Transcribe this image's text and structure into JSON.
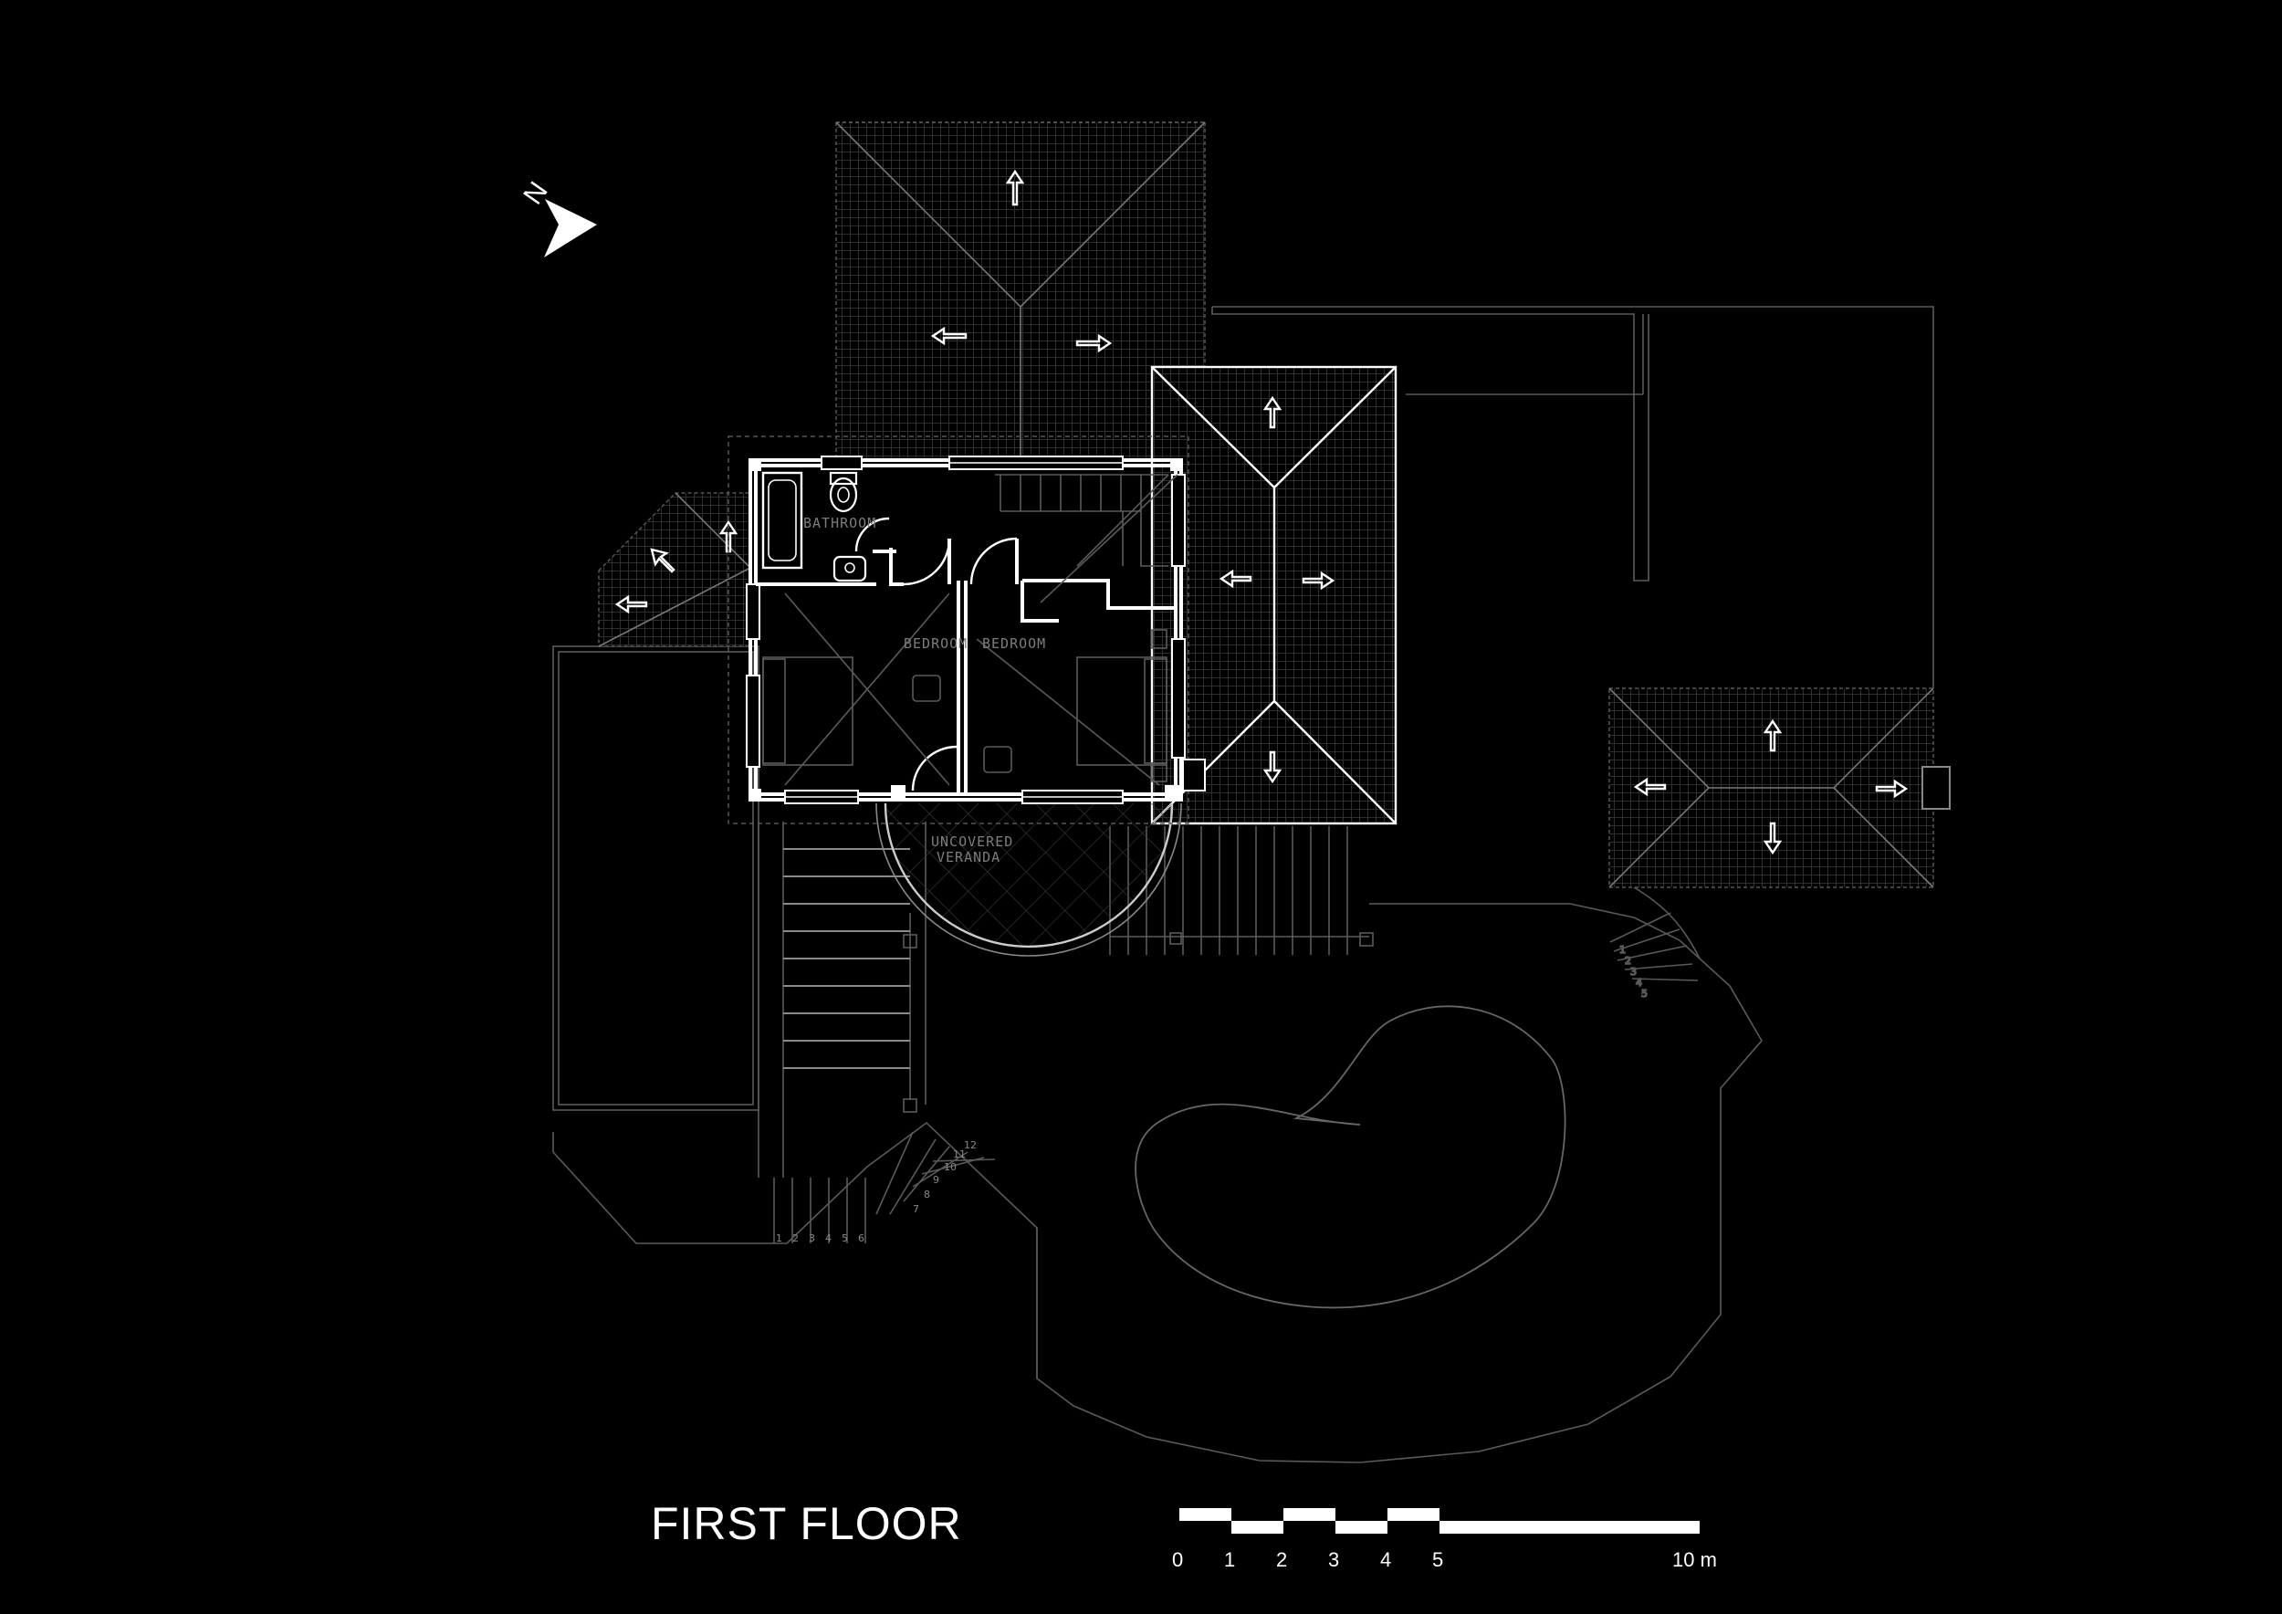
{
  "drawing": {
    "title": "FIRST FLOOR",
    "north_label": "N",
    "rooms": {
      "bathroom": "BATHROOM",
      "bedroom_left": "BEDROOM",
      "bedroom_right": "BEDROOM",
      "veranda_line1": "UNCOVERED",
      "veranda_line2": "VERANDA"
    },
    "scale_bar": {
      "labels": [
        "0",
        "1",
        "2",
        "3",
        "4",
        "5",
        "10 m"
      ],
      "unit": "m"
    },
    "stairs": {
      "main_steps": [
        "1",
        "2",
        "3",
        "4",
        "5",
        "6",
        "7",
        "8",
        "9",
        "10",
        "11",
        "12"
      ],
      "spiral_steps": [
        "1",
        "2",
        "3",
        "4",
        "5"
      ]
    },
    "colors": {
      "background": "#000000",
      "linework": "#ffffff",
      "faint_linework": "#5a5a5a",
      "roof_hatch": "#2a2a2a"
    }
  }
}
